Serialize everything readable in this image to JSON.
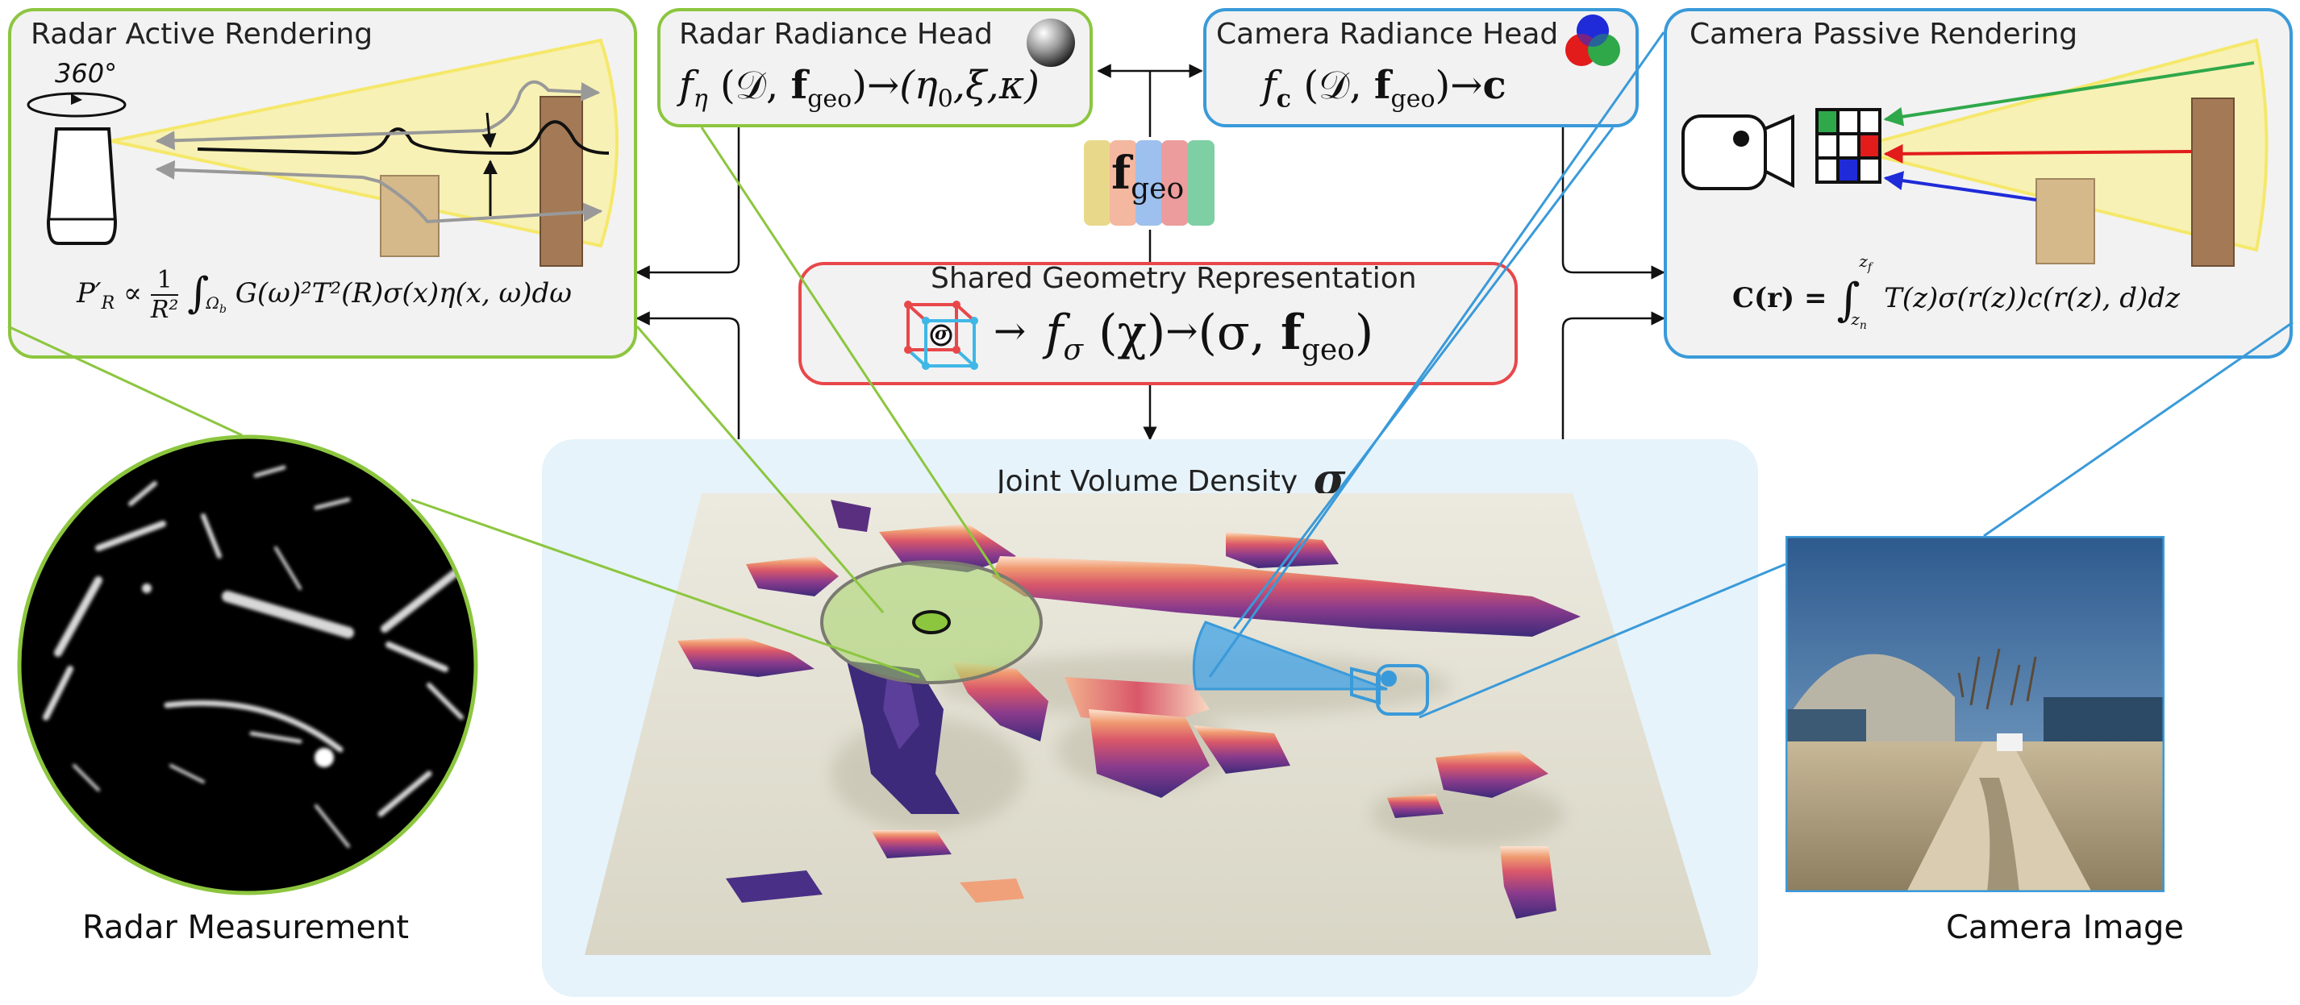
{
  "radar_active": {
    "title": "Radar Active Rendering",
    "angle_label": "360°",
    "equation": "P′_R ∝ 1/R² ∫_{Ω_b} G(ω)² T²(R) σ(x) η(x,ω) dω",
    "eq_lhs": "P′",
    "eq_lhs_sub": "R",
    "eq_prop": "∝",
    "eq_num": "1",
    "eq_den": "R²",
    "eq_int": "∫",
    "eq_int_sub": "Ω",
    "eq_int_subsub": "b",
    "eq_body": "G(ω)²T²(R)σ(x)η(x, ω)dω"
  },
  "radar_head": {
    "title": "Radar Radiance Head",
    "equation": "f_η (𝒟, f_geo) → (η0, ξ, κ)",
    "f": "f",
    "f_sub": "η",
    "args": "(𝒟, ",
    "fgeo": "f",
    "fgeo_sub": "geo",
    "close": ")",
    "arrow": "→",
    "out_open": "(η",
    "out_sub": "0",
    "out_rest": ",ξ,κ)"
  },
  "camera_head": {
    "title": "Camera Radiance Head",
    "equation": "f_c (𝒟, f_geo) → c",
    "f": "f",
    "f_sub": "c",
    "args": "(𝒟, ",
    "fgeo": "f",
    "fgeo_sub": "geo",
    "close": ")",
    "arrow": "→",
    "out": "c"
  },
  "camera_passive": {
    "title": "Camera Passive Rendering",
    "equation": "C(r) = ∫_{z_n}^{z_f} T(z)σ(r(z))c(r(z), d)dz",
    "lhs": "C(r) = ",
    "int": "∫",
    "int_top": "z",
    "int_top_sub": "f",
    "int_bot": "z",
    "int_bot_sub": "n",
    "body": "T(z)σ(r(z))c(r(z), d)dz"
  },
  "feature": {
    "label": "f",
    "label_sub": "geo",
    "colors": [
      "#e8d98a",
      "#f4b7a0",
      "#9ec0ee",
      "#ec9c9c",
      "#7fcfa5"
    ]
  },
  "shared": {
    "title": "Shared Geometry Representation",
    "equation": "f_σ (χ) → (σ, f_geo)",
    "f": "f",
    "f_sub": "σ",
    "args": "(χ)",
    "arrow": "→",
    "out_open": "(σ, ",
    "out_f": "f",
    "out_f_sub": "geo",
    "out_close": ")",
    "icon_symbol": "σ"
  },
  "density": {
    "title": "Joint Volume Density",
    "symbol": "σ"
  },
  "radar_measurement": {
    "label": "Radar Measurement"
  },
  "camera_image": {
    "label": "Camera Image"
  },
  "colors": {
    "green": "#8cc63f",
    "blue": "#3a9ad9",
    "red": "#e8474a",
    "panel_bg": "#f2f2f2",
    "density_bg": "#e6f3fb",
    "fov_yellow": "#f7f1b5"
  }
}
